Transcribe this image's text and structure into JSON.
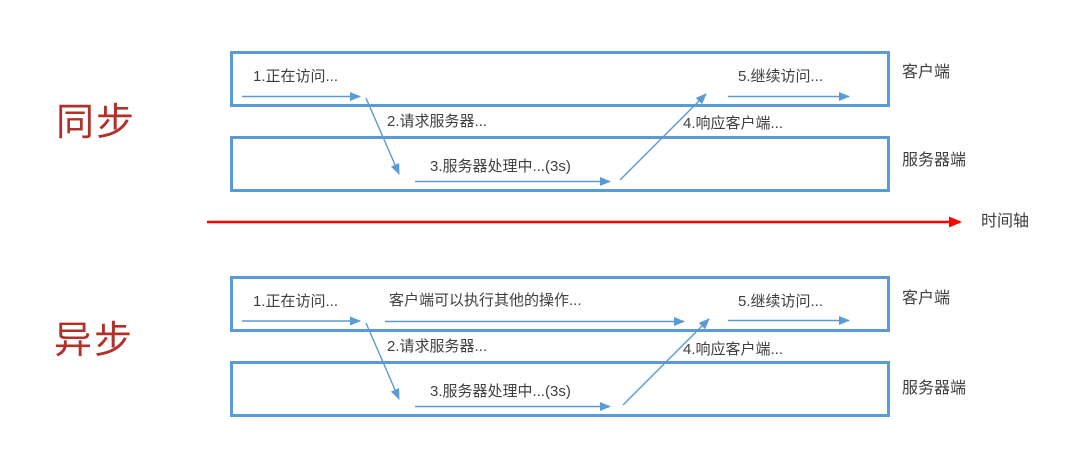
{
  "colors": {
    "box_border": "#5b9bd5",
    "arrow_blue": "#5b9bd5",
    "timeline_red": "#ff0000",
    "title_red": "#b0302a",
    "text": "#3f3f3f"
  },
  "sync": {
    "title": "同步",
    "client_box_label": "客户端",
    "server_box_label": "服务器端",
    "steps": {
      "s1": "1.正在访问...",
      "s2": "2.请求服务器...",
      "s3": "3.服务器处理中...(3s)",
      "s4": "4.响应客户端...",
      "s5": "5.继续访问..."
    }
  },
  "async": {
    "title": "异步",
    "client_box_label": "客户端",
    "server_box_label": "服务器端",
    "steps": {
      "s1": "1.正在访问...",
      "extra": "客户端可以执行其他的操作...",
      "s2": "2.请求服务器...",
      "s3": "3.服务器处理中...(3s)",
      "s4": "4.响应客户端...",
      "s5": "5.继续访问..."
    }
  },
  "timeline": {
    "label": "时间轴"
  }
}
